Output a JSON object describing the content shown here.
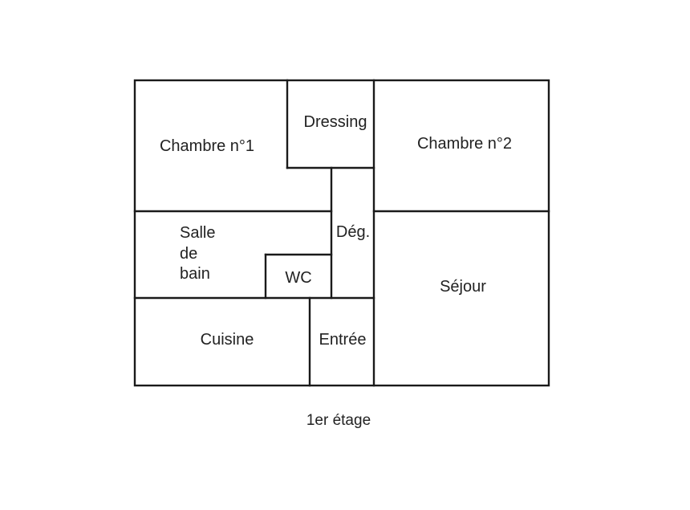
{
  "floor_label": "1er étage",
  "rooms": {
    "chambre1": "Chambre n°1",
    "dressing": "Dressing",
    "chambre2": "Chambre n°2",
    "salle_de_bain": [
      "Salle",
      "de",
      "bain"
    ],
    "wc": "WC",
    "degagement": "Dég.",
    "sejour": "Séjour",
    "cuisine": "Cuisine",
    "entree": "Entrée"
  },
  "colors": {
    "wall": "#1a1a1a",
    "text": "#222222",
    "background": "#ffffff"
  }
}
